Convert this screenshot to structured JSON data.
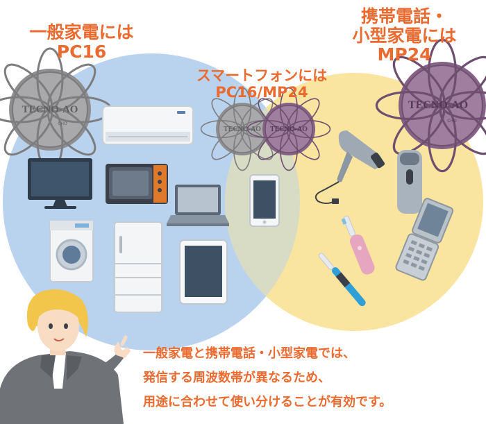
{
  "labels": {
    "left": [
      "一般家電には",
      "PC16"
    ],
    "middle": [
      "スマートフォンには",
      "PC16/MP24"
    ],
    "right": [
      "携帯電話・",
      "小型家電には",
      "MP24"
    ]
  },
  "caption": [
    "一般家電と携帯電話・小型家電では、",
    "発信する周波数帯が異なるため、",
    "用途に合わせて使い分けることが有効です。"
  ],
  "medallion_text": "TECNO-AO",
  "medallion_subtext": "CHO",
  "colors": {
    "left_circle": "#b9d3ef",
    "right_circle": "#f9e4a0",
    "label_orange": "#ea6a2f",
    "silver_medallion": "#8e8e90",
    "purple_medallion": "#8e6b8f"
  }
}
